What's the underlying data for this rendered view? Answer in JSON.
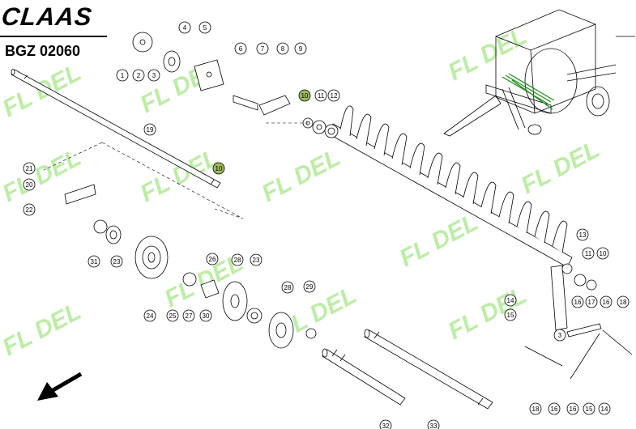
{
  "header": {
    "brand": "CLAAS",
    "document_number": "BGZ 02060"
  },
  "watermark": {
    "text": "FL DEL",
    "color": "#86e05c"
  },
  "highlight_color": "#9dba5c",
  "callouts": [
    "1",
    "2",
    "3",
    "4",
    "5",
    "6",
    "7",
    "8",
    "9",
    "10",
    "11",
    "12",
    "13",
    "14",
    "15",
    "16",
    "17",
    "18",
    "19",
    "20",
    "21",
    "22",
    "23",
    "24",
    "25",
    "26",
    "27",
    "28",
    "29",
    "30",
    "31",
    "32",
    "33"
  ],
  "icons": {
    "direction_arrow": "arrow-down-left-icon",
    "machine": "round-baler-illustration"
  }
}
